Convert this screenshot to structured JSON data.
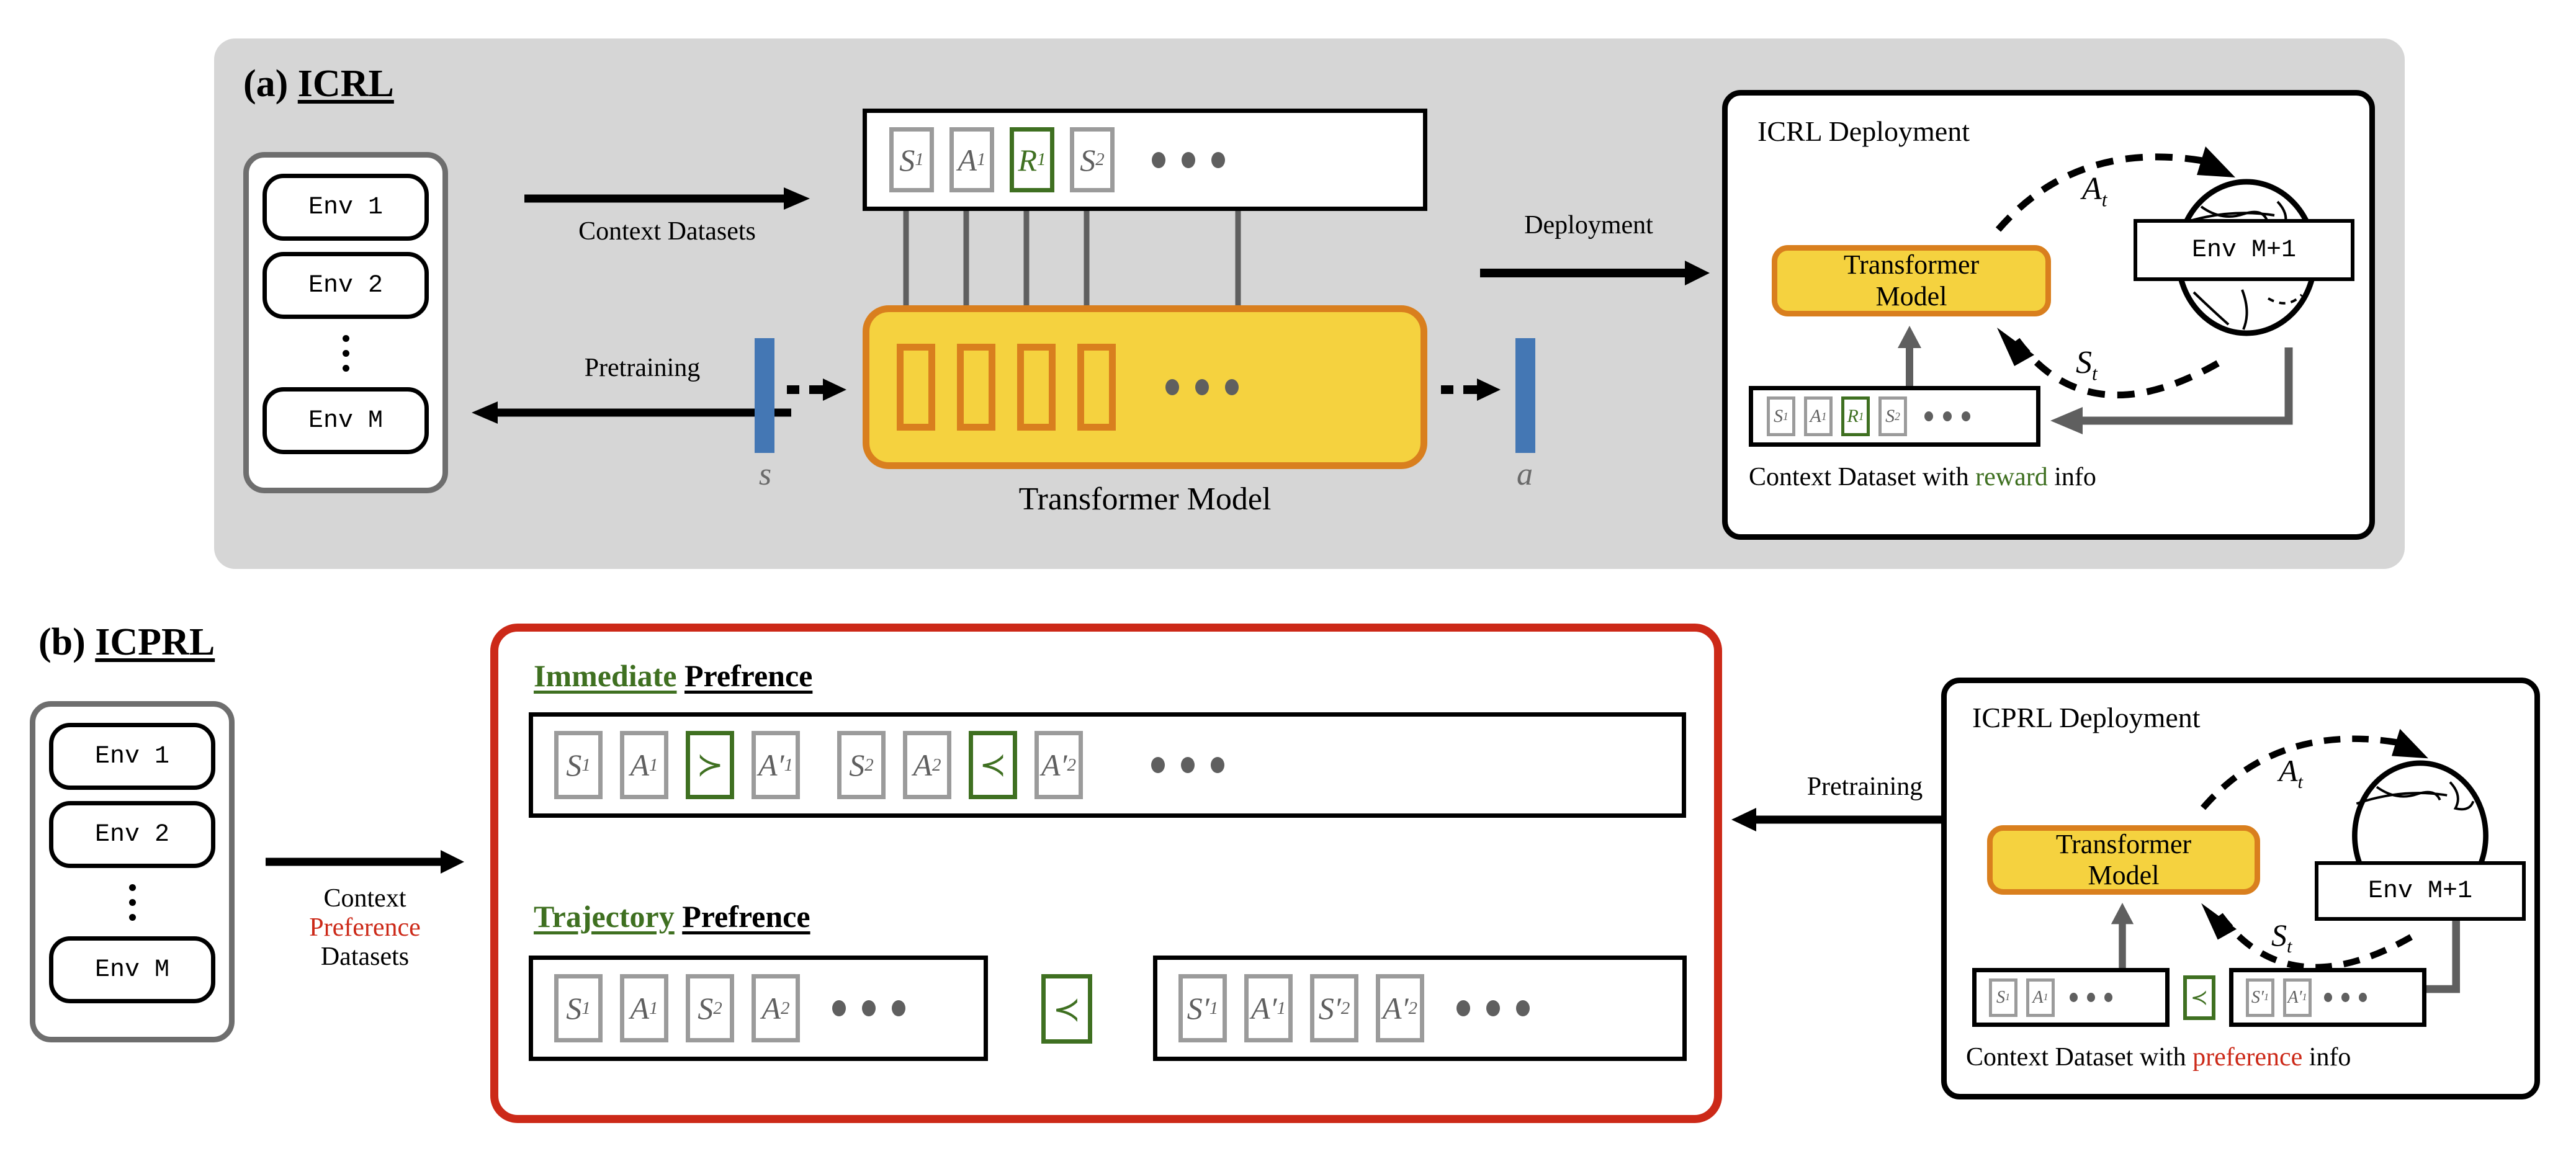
{
  "sections": {
    "a": {
      "tag": "(a)",
      "title": "ICRL"
    },
    "b": {
      "tag": "(b)",
      "title": "ICPRL"
    }
  },
  "env_stack": {
    "items": [
      "Env 1",
      "Env 2",
      "Env M"
    ],
    "ellipsis": "vertical-dots"
  },
  "icrl": {
    "context_arrow_label": "Context Datasets",
    "pretraining_arrow_label": "Pretraining",
    "deployment_arrow_label": "Deployment",
    "transformer_label": "Transformer Model",
    "state_vector_label": "s",
    "action_vector_label": "a",
    "sequence": [
      {
        "text": "S",
        "sub": "1",
        "color": "grey"
      },
      {
        "text": "A",
        "sub": "1",
        "color": "grey"
      },
      {
        "text": "R",
        "sub": "1",
        "color": "green"
      },
      {
        "text": "S",
        "sub": "2",
        "color": "grey"
      }
    ],
    "sequence_ellipsis": "• • •"
  },
  "icrl_deployment": {
    "title": "ICRL Deployment",
    "transformer_label_line1": "Transformer",
    "transformer_label_line2": "Model",
    "env_label": "Env M+1",
    "action_label": "A",
    "action_sub": "t",
    "state_label": "S",
    "state_sub": "t",
    "caption_pre": "Context Dataset with ",
    "caption_highlight": "reward",
    "caption_post": " info",
    "highlight_color": "#3f7021",
    "context_tokens": [
      {
        "text": "S",
        "sub": "1",
        "color": "grey"
      },
      {
        "text": "A",
        "sub": "1",
        "color": "grey"
      },
      {
        "text": "R",
        "sub": "1",
        "color": "green"
      },
      {
        "text": "S",
        "sub": "2",
        "color": "grey"
      }
    ]
  },
  "icprl": {
    "context_arrow_line1": "Context",
    "context_arrow_line2": "Preference",
    "context_arrow_line3": "Datasets",
    "context_arrow_highlight_color": "#cc2918",
    "pretraining_arrow_label": "Pretraining",
    "immediate": {
      "heading_green": "Immediate",
      "heading_black": "Prefrence",
      "tokens": [
        {
          "text": "S",
          "sub": "1",
          "color": "grey"
        },
        {
          "text": "A",
          "sub": "1",
          "color": "grey"
        },
        {
          "text": "≻",
          "sub": "",
          "color": "green"
        },
        {
          "text": "A",
          "sub": "1",
          "prime": true,
          "color": "grey"
        },
        {
          "text": "S",
          "sub": "2",
          "color": "grey"
        },
        {
          "text": "A",
          "sub": "2",
          "color": "grey"
        },
        {
          "text": "≺",
          "sub": "",
          "color": "green"
        },
        {
          "text": "A",
          "sub": "2",
          "prime": true,
          "color": "grey"
        }
      ],
      "ellipsis": "• • •"
    },
    "trajectory": {
      "heading_green": "Trajectory",
      "heading_black": "Prefrence",
      "left_tokens": [
        {
          "text": "S",
          "sub": "1",
          "color": "grey"
        },
        {
          "text": "A",
          "sub": "1",
          "color": "grey"
        },
        {
          "text": "S",
          "sub": "2",
          "color": "grey"
        },
        {
          "text": "A",
          "sub": "2",
          "color": "grey"
        }
      ],
      "compare_symbol": "≺",
      "right_tokens": [
        {
          "text": "S",
          "sub": "1",
          "prime": true,
          "color": "grey"
        },
        {
          "text": "A",
          "sub": "1",
          "prime": true,
          "color": "grey"
        },
        {
          "text": "S",
          "sub": "2",
          "prime": true,
          "color": "grey"
        },
        {
          "text": "A",
          "sub": "2",
          "prime": true,
          "color": "grey"
        }
      ],
      "ellipsis": "• • •"
    }
  },
  "icprl_deployment": {
    "title": "ICPRL Deployment",
    "transformer_label_line1": "Transformer",
    "transformer_label_line2": "Model",
    "env_label": "Env M+1",
    "action_label": "A",
    "action_sub": "t",
    "state_label": "S",
    "state_sub": "t",
    "caption_pre": "Context Dataset with ",
    "caption_highlight": "preference",
    "caption_post": " info",
    "highlight_color": "#cc2918",
    "compare_symbol": "≺",
    "left_tokens": [
      {
        "text": "S",
        "sub": "1",
        "color": "grey"
      },
      {
        "text": "A",
        "sub": "1",
        "color": "grey"
      }
    ],
    "right_tokens": [
      {
        "text": "S",
        "sub": "1",
        "prime": true,
        "color": "grey"
      },
      {
        "text": "A",
        "sub": "1",
        "prime": true,
        "color": "grey"
      }
    ],
    "ellipsis": "• • •"
  },
  "colors": {
    "panel_grey": "#d6d6d6",
    "transformer_fill": "#f5d23f",
    "transformer_border": "#d97f1e",
    "vector_blue": "#4477b4",
    "token_grey": "#9b9b9b",
    "green": "#3f7021",
    "red": "#cc2918"
  }
}
